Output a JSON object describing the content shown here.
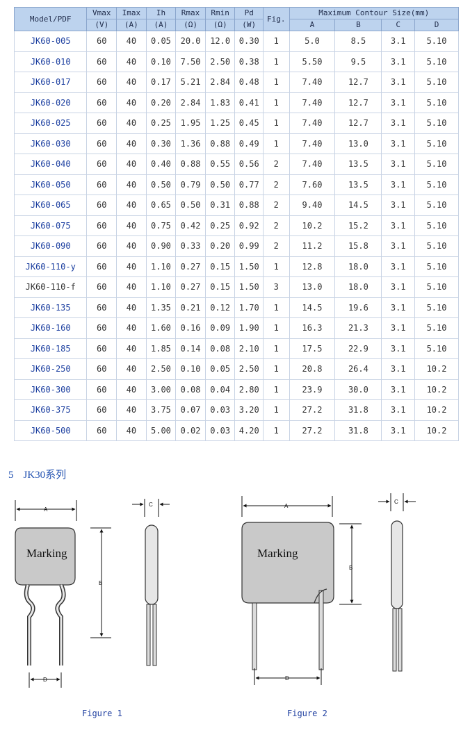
{
  "table": {
    "headers": {
      "model": "Model/PDF",
      "vmax": "Vmax",
      "vmax_unit": "(V)",
      "imax": "Imax",
      "imax_unit": "(A)",
      "ih": "Ih",
      "ih_unit": "(A)",
      "rmax": "Rmax",
      "rmax_unit": "(Ω)",
      "rmin": "Rmin",
      "rmin_unit": "(Ω)",
      "pd": "Pd",
      "pd_unit": "(W)",
      "fig": "Fig.",
      "contour": "Maximum Contour Size(mm)",
      "a": "A",
      "b": "B",
      "c": "C",
      "d": "D"
    },
    "rows": [
      [
        "JK60-005",
        "60",
        "40",
        "0.05",
        "20.0",
        "12.0",
        "0.30",
        "1",
        "5.0",
        "8.5",
        "3.1",
        "5.10"
      ],
      [
        "JK60-010",
        "60",
        "40",
        "0.10",
        "7.50",
        "2.50",
        "0.38",
        "1",
        "5.50",
        "9.5",
        "3.1",
        "5.10"
      ],
      [
        "JK60-017",
        "60",
        "40",
        "0.17",
        "5.21",
        "2.84",
        "0.48",
        "1",
        "7.40",
        "12.7",
        "3.1",
        "5.10"
      ],
      [
        "JK60-020",
        "60",
        "40",
        "0.20",
        "2.84",
        "1.83",
        "0.41",
        "1",
        "7.40",
        "12.7",
        "3.1",
        "5.10"
      ],
      [
        "JK60-025",
        "60",
        "40",
        "0.25",
        "1.95",
        "1.25",
        "0.45",
        "1",
        "7.40",
        "12.7",
        "3.1",
        "5.10"
      ],
      [
        "JK60-030",
        "60",
        "40",
        "0.30",
        "1.36",
        "0.88",
        "0.49",
        "1",
        "7.40",
        "13.0",
        "3.1",
        "5.10"
      ],
      [
        "JK60-040",
        "60",
        "40",
        "0.40",
        "0.88",
        "0.55",
        "0.56",
        "2",
        "7.40",
        "13.5",
        "3.1",
        "5.10"
      ],
      [
        "JK60-050",
        "60",
        "40",
        "0.50",
        "0.79",
        "0.50",
        "0.77",
        "2",
        "7.60",
        "13.5",
        "3.1",
        "5.10"
      ],
      [
        "JK60-065",
        "60",
        "40",
        "0.65",
        "0.50",
        "0.31",
        "0.88",
        "2",
        "9.40",
        "14.5",
        "3.1",
        "5.10"
      ],
      [
        "JK60-075",
        "60",
        "40",
        "0.75",
        "0.42",
        "0.25",
        "0.92",
        "2",
        "10.2",
        "15.2",
        "3.1",
        "5.10"
      ],
      [
        "JK60-090",
        "60",
        "40",
        "0.90",
        "0.33",
        "0.20",
        "0.99",
        "2",
        "11.2",
        "15.8",
        "3.1",
        "5.10"
      ],
      [
        "JK60-110-y",
        "60",
        "40",
        "1.10",
        "0.27",
        "0.15",
        "1.50",
        "1",
        "12.8",
        "18.0",
        "3.1",
        "5.10"
      ],
      [
        "JK60-110-f",
        "60",
        "40",
        "1.10",
        "0.27",
        "0.15",
        "1.50",
        "3",
        "13.0",
        "18.0",
        "3.1",
        "5.10"
      ],
      [
        "JK60-135",
        "60",
        "40",
        "1.35",
        "0.21",
        "0.12",
        "1.70",
        "1",
        "14.5",
        "19.6",
        "3.1",
        "5.10"
      ],
      [
        "JK60-160",
        "60",
        "40",
        "1.60",
        "0.16",
        "0.09",
        "1.90",
        "1",
        "16.3",
        "21.3",
        "3.1",
        "5.10"
      ],
      [
        "JK60-185",
        "60",
        "40",
        "1.85",
        "0.14",
        "0.08",
        "2.10",
        "1",
        "17.5",
        "22.9",
        "3.1",
        "5.10"
      ],
      [
        "JK60-250",
        "60",
        "40",
        "2.50",
        "0.10",
        "0.05",
        "2.50",
        "1",
        "20.8",
        "26.4",
        "3.1",
        "10.2"
      ],
      [
        "JK60-300",
        "60",
        "40",
        "3.00",
        "0.08",
        "0.04",
        "2.80",
        "1",
        "23.9",
        "30.0",
        "3.1",
        "10.2"
      ],
      [
        "JK60-375",
        "60",
        "40",
        "3.75",
        "0.07",
        "0.03",
        "3.20",
        "1",
        "27.2",
        "31.8",
        "3.1",
        "10.2"
      ],
      [
        "JK60-500",
        "60",
        "40",
        "5.00",
        "0.02",
        "0.03",
        "4.20",
        "1",
        "27.2",
        "31.8",
        "3.1",
        "10.2"
      ]
    ],
    "plain_model_rows": [
      12
    ]
  },
  "section": {
    "number": "5",
    "title": "JK30系列"
  },
  "figures": {
    "marking": "Marking",
    "dim_a": "A",
    "dim_b": "B",
    "dim_c": "C",
    "dim_d": "D",
    "caption1": "Figure 1",
    "caption2": "Figure 2"
  },
  "colors": {
    "header_bg": "#bdd3ee",
    "model_link": "#1c3fa0",
    "section": "#1f4fb0"
  }
}
